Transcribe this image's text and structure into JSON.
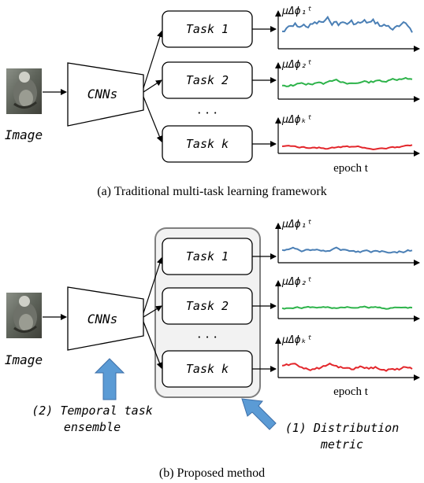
{
  "panel_a": {
    "caption": "(a) Traditional multi-task learning framework",
    "image_label": "Image",
    "cnn_label": "CNNs",
    "tasks": [
      "Task 1",
      "Task 2",
      "Task k"
    ],
    "ellipsis": "· · ·",
    "metric_labels": [
      "μΔϕ₁ᵗ",
      "μΔϕ₂ᵗ",
      "μΔϕₖᵗ"
    ],
    "xaxis_label": "epoch t"
  },
  "panel_b": {
    "caption": "(b) Proposed method",
    "image_label": "Image",
    "cnn_label": "CNNs",
    "tasks": [
      "Task 1",
      "Task 2",
      "Task k"
    ],
    "ellipsis": "· · ·",
    "metric_labels": [
      "μΔϕ₁ᵗ",
      "μΔϕ₂ᵗ",
      "μΔϕₖᵗ"
    ],
    "xaxis_label": "epoch t",
    "annotation_temporal": [
      "(2) Temporal task",
      "ensemble"
    ],
    "annotation_metric": [
      "(1) Distribution",
      "metric"
    ]
  },
  "colors": {
    "task1_line": "#4a7fb5",
    "task2_line": "#2db34a",
    "taskk_line": "#e3262b",
    "arrow_fill": "#5b9bd5",
    "ensemble_box_fill": "#f2f2f2",
    "ensemble_box_stroke": "#7f7f7f"
  }
}
